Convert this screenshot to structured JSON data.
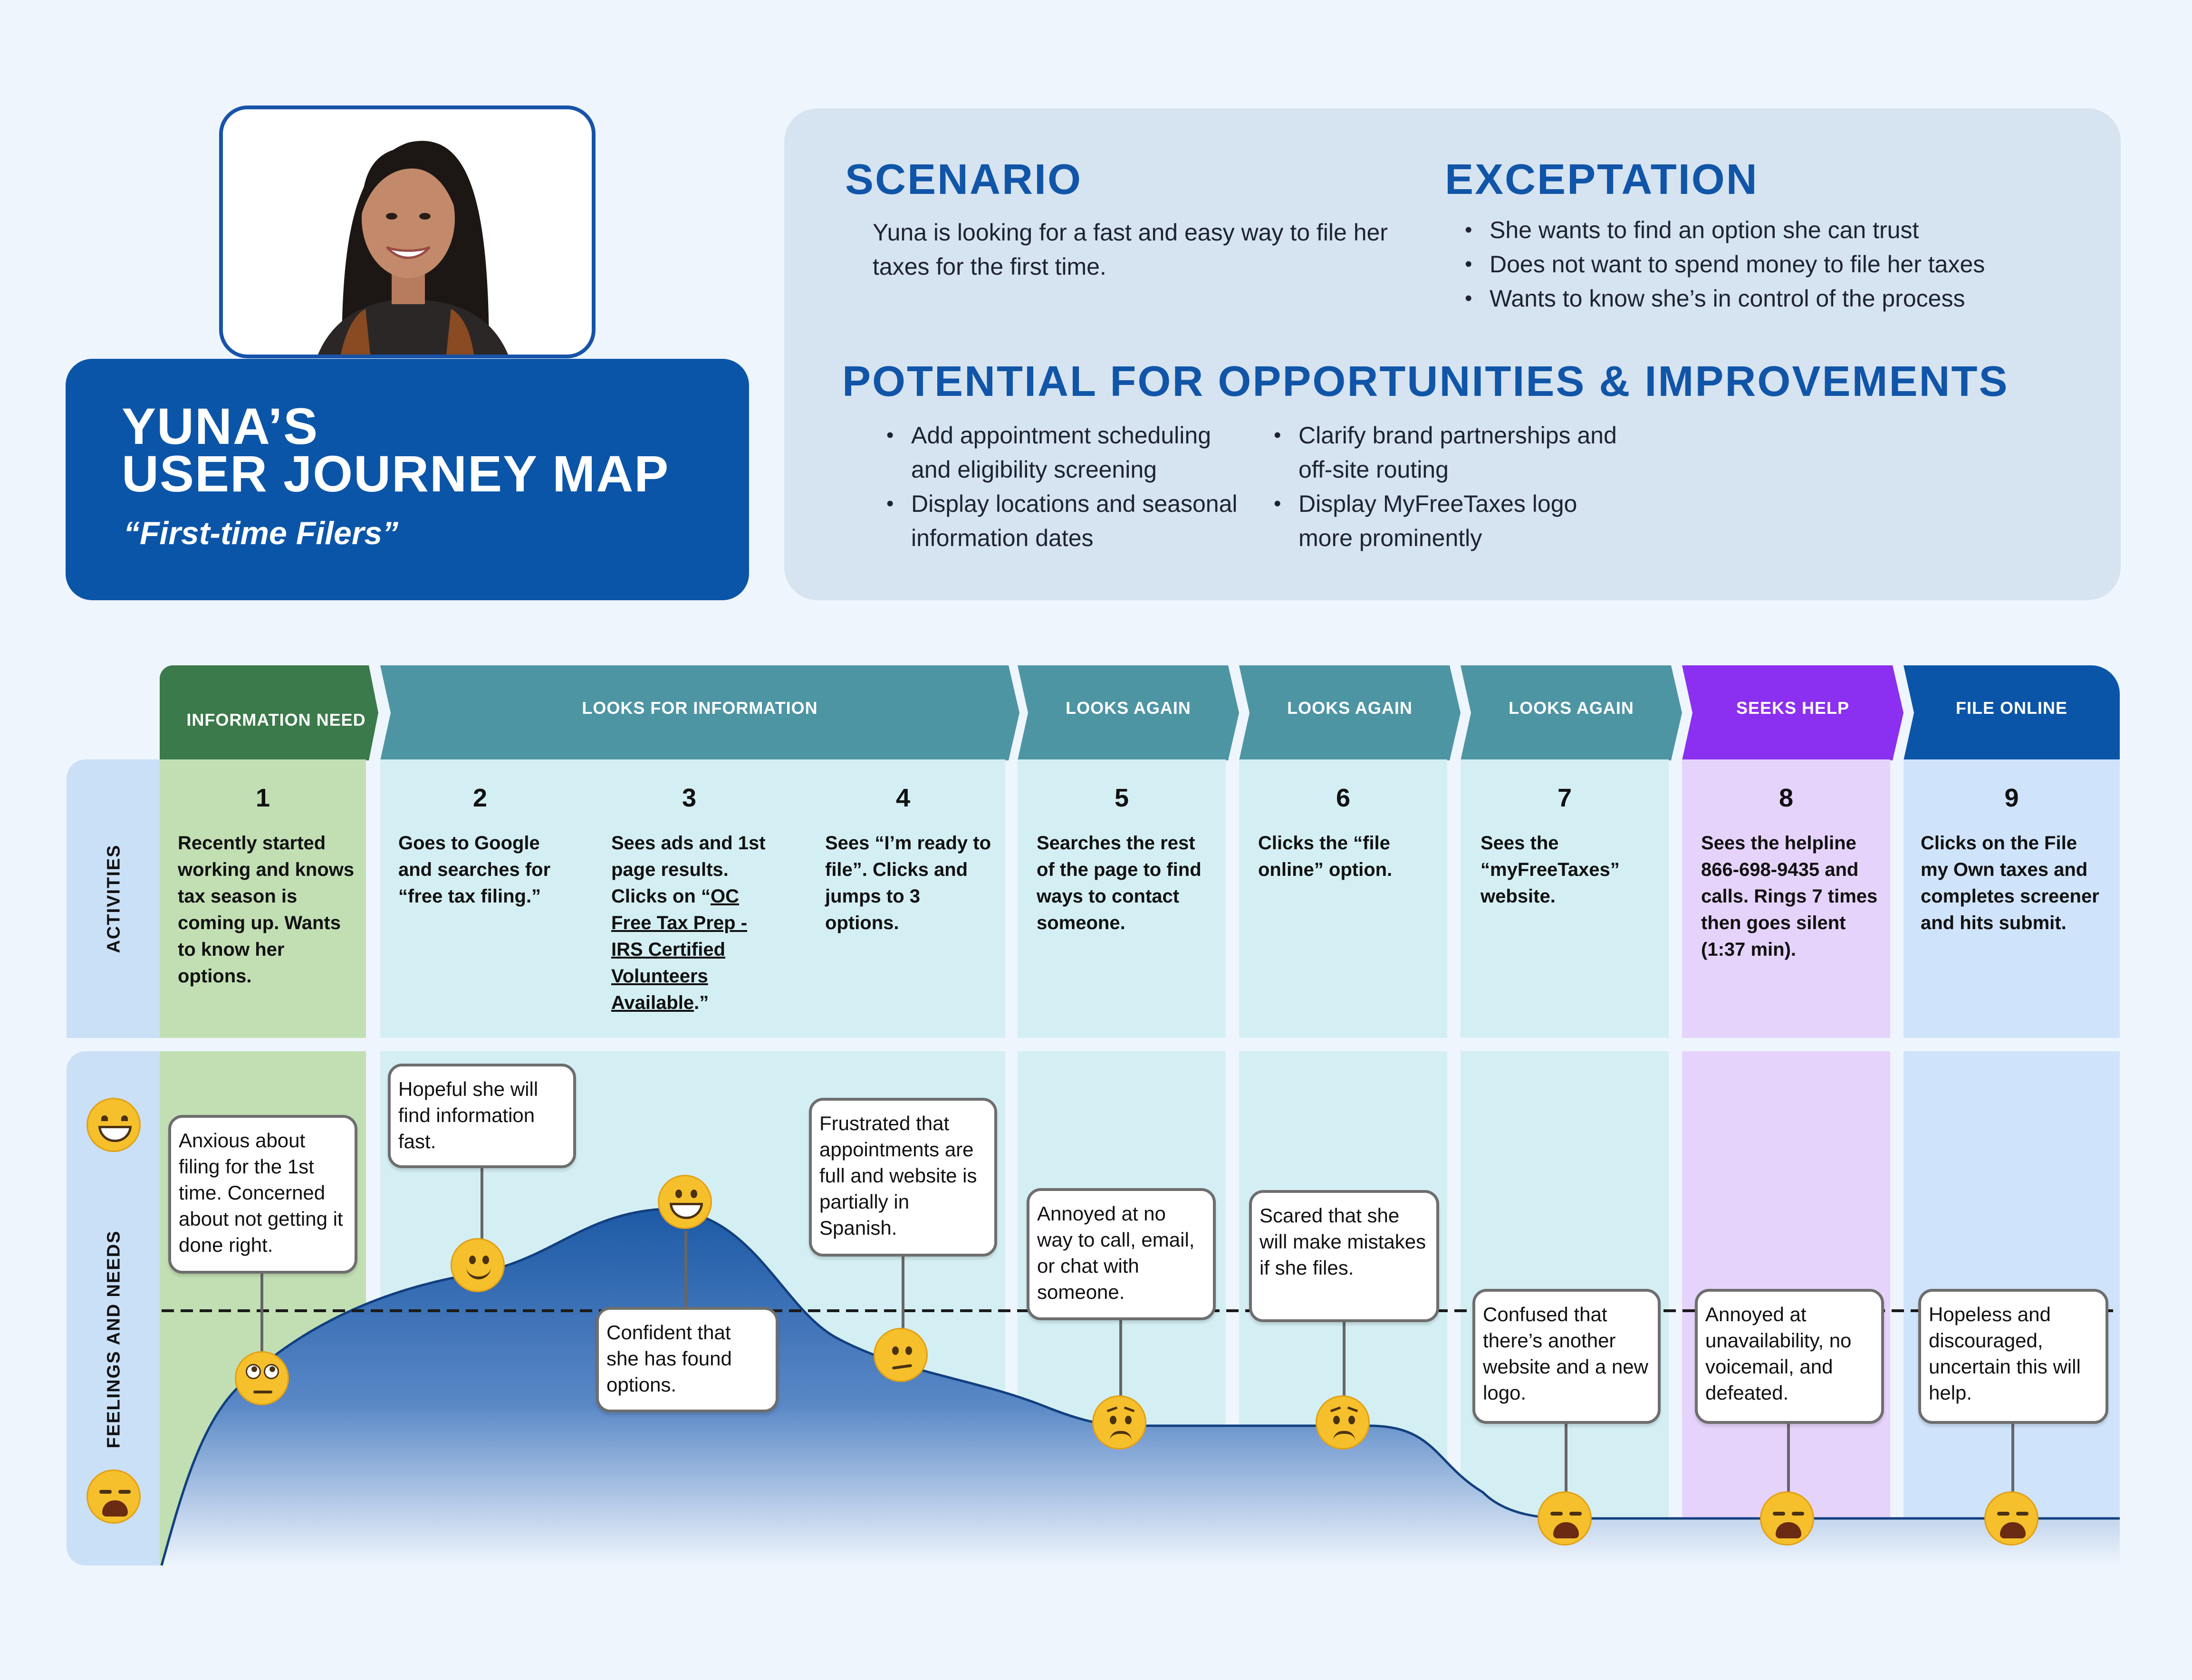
{
  "header": {
    "title_line1": "YUNA’S",
    "title_line2": "USER JOURNEY MAP",
    "subtitle": "“First-time Filers”"
  },
  "scenario": {
    "heading": "SCENARIO",
    "text": "Yuna is looking for a fast and easy way to file her taxes for the first time."
  },
  "exception": {
    "heading": "EXCEPTATION",
    "items": [
      "She wants to find an option she can trust",
      "Does not want to spend money to file her taxes",
      "Wants to know she’s in control of the process"
    ]
  },
  "opportunities": {
    "heading": "POTENTIAL FOR OPPORTUNITIES & IMPROVEMENTS",
    "col1": [
      "Add appointment scheduling and eligibility screening",
      "Display locations and seasonal information dates"
    ],
    "col2": [
      "Clarify brand partnerships and off-site routing",
      "Display MyFreeTaxes logo more prominently"
    ]
  },
  "row_labels": {
    "activities": "ACTIVITIES",
    "feelings": "FEELINGS AND NEEDS"
  },
  "stages": [
    {
      "label": "INFORMATION NEED",
      "color": "#3b7a4a"
    },
    {
      "label": "LOOKS FOR INFORMATION",
      "color": "#4e95a4"
    },
    {
      "label": "LOOKS AGAIN",
      "color": "#4e95a4"
    },
    {
      "label": "LOOKS AGAIN",
      "color": "#4e95a4"
    },
    {
      "label": "LOOKS AGAIN",
      "color": "#4e95a4"
    },
    {
      "label": "SEEKS HELP",
      "color": "#8b2ff0"
    },
    {
      "label": "FILE ONLINE",
      "color": "#0b55a9"
    }
  ],
  "steps": [
    {
      "num": "1",
      "activity": "Recently started working and knows tax season is coming up. Wants to know her options.",
      "feeling": "Anxious about filing for the 1st time. Concerned about not getting it done right.",
      "emotion": "eye-roll"
    },
    {
      "num": "2",
      "activity": "Goes to Google and searches for “free tax filing.”",
      "feeling": "Hopeful she will find information fast.",
      "emotion": "smile"
    },
    {
      "num": "3",
      "activity_before": "Sees ads and 1st page results. Clicks on “",
      "activity_link": "OC Free Tax Prep - IRS Certified Volunteers Available",
      "activity_after": ".”",
      "feeling": "Confident that she has found options.",
      "emotion": "grin"
    },
    {
      "num": "4",
      "activity": "Sees “I’m ready to file”. Clicks and jumps to 3 options.",
      "feeling": "Frustrated that appointments are full and website is partially in Spanish.",
      "emotion": "confused"
    },
    {
      "num": "5",
      "activity": "Searches the rest of the page to find ways to contact someone.",
      "feeling": "Annoyed at no way to call, email, or chat with someone.",
      "emotion": "worried"
    },
    {
      "num": "6",
      "activity": "Clicks the “file online” option.",
      "feeling": "Scared that she will make mistakes if she files.",
      "emotion": "worried"
    },
    {
      "num": "7",
      "activity": "Sees the “myFreeTaxes” website.",
      "feeling": "Confused that there’s another website and a new logo.",
      "emotion": "weary"
    },
    {
      "num": "8",
      "activity": "Sees the helpline 866-698-9435 and calls. Rings 7 times then goes silent (1:37 min).",
      "feeling": "Annoyed at unavailability, no voicemail, and defeated.",
      "emotion": "weary"
    },
    {
      "num": "9",
      "activity": "Clicks on the File my Own taxes and completes screener and hits submit.",
      "feeling": "Hopeless and discouraged, uncertain this will help.",
      "emotion": "weary"
    }
  ],
  "scale_icons": {
    "top": "grinning-face",
    "bottom": "weary-face"
  },
  "colors": {
    "brand_blue": "#0b55a9",
    "heading_blue": "#1055a8",
    "curve": "#1f5ea8"
  }
}
